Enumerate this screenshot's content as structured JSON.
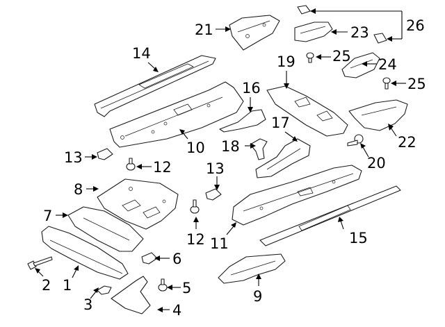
{
  "callouts": {
    "c1": "1",
    "c2": "2",
    "c3": "3",
    "c4": "4",
    "c5": "5",
    "c6": "6",
    "c7": "7",
    "c8": "8",
    "c9": "9",
    "c10": "10",
    "c11": "11",
    "c12a": "12",
    "c12b": "12",
    "c13a": "13",
    "c13b": "13",
    "c14": "14",
    "c15": "15",
    "c16": "16",
    "c17": "17",
    "c18": "18",
    "c19": "19",
    "c20": "20",
    "c21": "21",
    "c22": "22",
    "c23": "23",
    "c24": "24",
    "c25a": "25",
    "c25b": "25",
    "c26": "26"
  }
}
